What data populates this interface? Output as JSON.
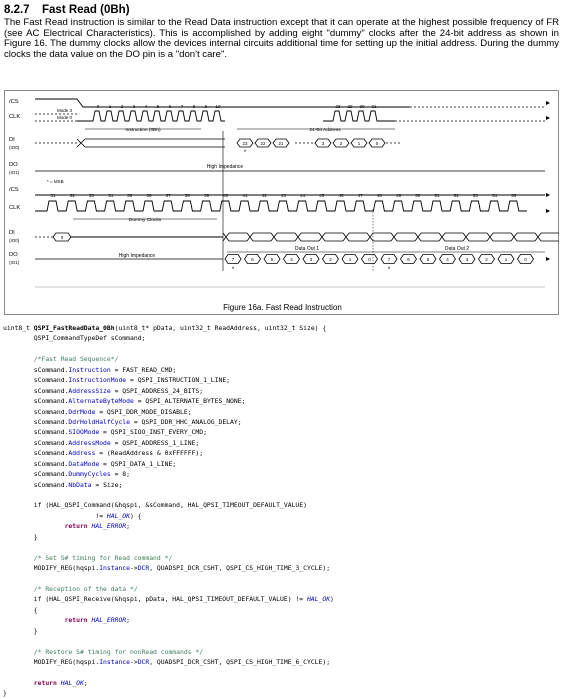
{
  "section": {
    "number": "8.2.7",
    "title": "Fast Read (0Bh)",
    "body": "The Fast Read instruction is similar to the Read Data instruction except that it can operate at the highest possible frequency of FR (see AC Electrical Characteristics). This is accomplished by adding eight \"dummy\" clocks after the 24-bit address as shown in Figure 16. The dummy clocks allow the devices internal circuits additional time for setting up the initial address. During the dummy clocks the data value on the DO pin is a \"don't care\"."
  },
  "diagram": {
    "signals_top": [
      "/CS",
      "CLK",
      "DI",
      "(IO0)",
      "DO",
      "(IO1)"
    ],
    "signals_bottom": [
      "/CS",
      "CLK",
      "DI",
      "(IO0)",
      "DO",
      "(IO1)"
    ],
    "mode3": "Mode 3",
    "mode0": "Mode 0",
    "clk_top": [
      "0",
      "1",
      "2",
      "3",
      "4",
      "5",
      "6",
      "7",
      "8",
      "9",
      "10",
      "28",
      "29",
      "30",
      "31"
    ],
    "clk_bottom": [
      "31",
      "32",
      "33",
      "34",
      "35",
      "36",
      "37",
      "38",
      "39",
      "40",
      "41",
      "42",
      "43",
      "44",
      "45",
      "46",
      "47",
      "48",
      "49",
      "50",
      "51",
      "52",
      "53",
      "54",
      "55"
    ],
    "instruction_label": "Instruction (0Bh)",
    "address_label": "24-Bit Address",
    "address_bits": [
      "23",
      "22",
      "21",
      "3",
      "2",
      "1",
      "0"
    ],
    "high_impedance": "High Impedance",
    "msb_note": "* = MSB",
    "dummy_clocks": "Dummy Clocks",
    "dummy_bit": "0",
    "data_out_1": "Data Out 1",
    "data_out_2": "Data Out 2",
    "data_bits": [
      "7",
      "6",
      "5",
      "4",
      "3",
      "2",
      "1",
      "0"
    ],
    "caption": "Figure 16a. Fast Read Instruction"
  },
  "code": {
    "signature_prefix": "uint8_t ",
    "function_name": "QSPI_FastReadData_0Bh",
    "signature_suffix": "(uint8_t* pData, uint32_t ReadAddress, uint32_t Size) {",
    "decl": "QSPI_CommandTypeDef sCommand;",
    "comment_seq": "/*Fast Read Sequence*/",
    "assignments": [
      {
        "member": "Instruction",
        "value": "FAST_READ_CMD;"
      },
      {
        "member": "InstructionMode",
        "value": "QSPI_INSTRUCTION_1_LINE;"
      },
      {
        "member": "AddressSize",
        "value": "QSPI_ADDRESS_24_BITS;"
      },
      {
        "member": "AlternateByteMode",
        "value": "QSPI_ALTERNATE_BYTES_NONE;"
      },
      {
        "member": "DdrMode",
        "value": "QSPI_DDR_MODE_DISABLE;"
      },
      {
        "member": "DdrHoldHalfCycle",
        "value": "QSPI_DDR_HHC_ANALOG_DELAY;"
      },
      {
        "member": "SIOOMode",
        "value": "QSPI_SIOO_INST_EVERY_CMD;"
      },
      {
        "member": "AddressMode",
        "value": "QSPI_ADDRESS_1_LINE;"
      },
      {
        "member": "Address",
        "value": "(ReadAddress & 0xFFFFFF);"
      },
      {
        "member": "DataMode",
        "value": "QSPI_DATA_1_LINE;"
      },
      {
        "member": "DummyCycles",
        "value": "8;"
      },
      {
        "member": "NbData",
        "value": "Size;"
      }
    ],
    "if_cmd": "if (HAL_QSPI_Command(&hqspi, &sCommand, HAL_QPSI_TIMEOUT_DEFAULT_VALUE)",
    "if_cmd_cont_pre": "!= ",
    "hal_ok": "HAL_OK",
    "if_cmd_cont_post": ") {",
    "return_kw": "return",
    "hal_error": "HAL_ERROR",
    "semi": ";",
    "close_brace": "}",
    "open_brace": "{",
    "comment_timing": "/* Set S# timing for Read command */",
    "modify_1_pre": "MODIFY_REG(hqspi.",
    "instance": "Instance",
    "arrow": "->",
    "dcr": "DCR",
    "modify_1_post": ", QUADSPI_DCR_CSHT, QSPI_CS_HIGH_TIME_3_CYCLE);",
    "comment_recv": "/* Reception of the data */",
    "if_recv_pre": "if (HAL_QSPI_Receive(&hqspi, pData, HAL_QPSI_TIMEOUT_DEFAULT_VALUE) != ",
    "if_recv_post": ")",
    "comment_restore": "/* Restore S# timing for nonRead commands */",
    "modify_2_post": ", QUADSPI_DCR_CSHT, QSPI_CS_HIGH_TIME_6_CYCLE);"
  }
}
